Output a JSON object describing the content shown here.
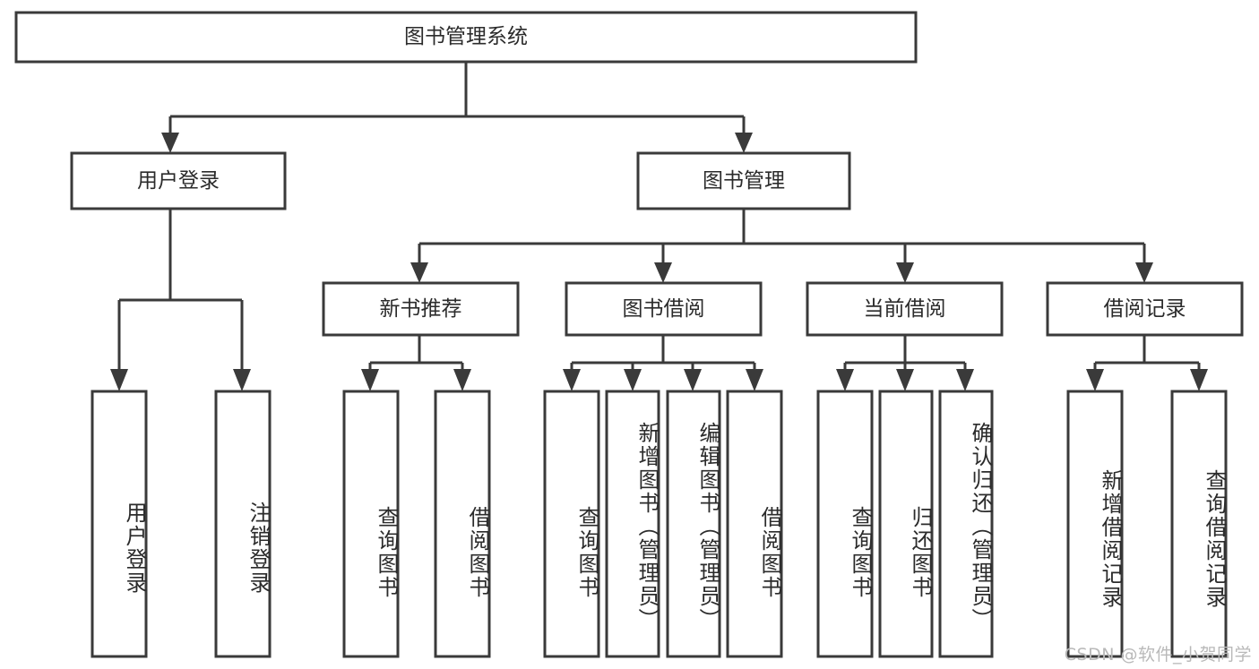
{
  "diagram": {
    "type": "tree-hierarchy",
    "title": "图书管理系统",
    "orientation": "top-down",
    "colors": {
      "stroke": "#3a3a3a",
      "box_fill": "#ffffff",
      "text": "#2b2b2b",
      "background": "#ffffff",
      "watermark": "#b9b9b9"
    },
    "root": {
      "label": "图书管理系统"
    },
    "level2": [
      {
        "label": "用户登录"
      },
      {
        "label": "图书管理"
      }
    ],
    "level3": [
      {
        "label": "新书推荐"
      },
      {
        "label": "图书借阅"
      },
      {
        "label": "当前借阅"
      },
      {
        "label": "借阅记录"
      }
    ],
    "leaves": {
      "user_login": [
        {
          "label": "用户登录"
        },
        {
          "label": "注销登录"
        }
      ],
      "new_book_recommend": [
        {
          "label": "查询图书"
        },
        {
          "label": "借阅图书"
        }
      ],
      "book_borrow": [
        {
          "label": "查询图书"
        },
        {
          "label": "新增图书（管理员）"
        },
        {
          "label": "编辑图书（管理员）"
        },
        {
          "label": "借阅图书"
        }
      ],
      "current_borrow": [
        {
          "label": "查询图书"
        },
        {
          "label": "归还图书"
        },
        {
          "label": "确认归还（管理员）"
        }
      ],
      "borrow_record": [
        {
          "label": "新增借阅记录"
        },
        {
          "label": "查询借阅记录"
        }
      ]
    },
    "watermark": "CSDN @软件_小贺同学"
  }
}
